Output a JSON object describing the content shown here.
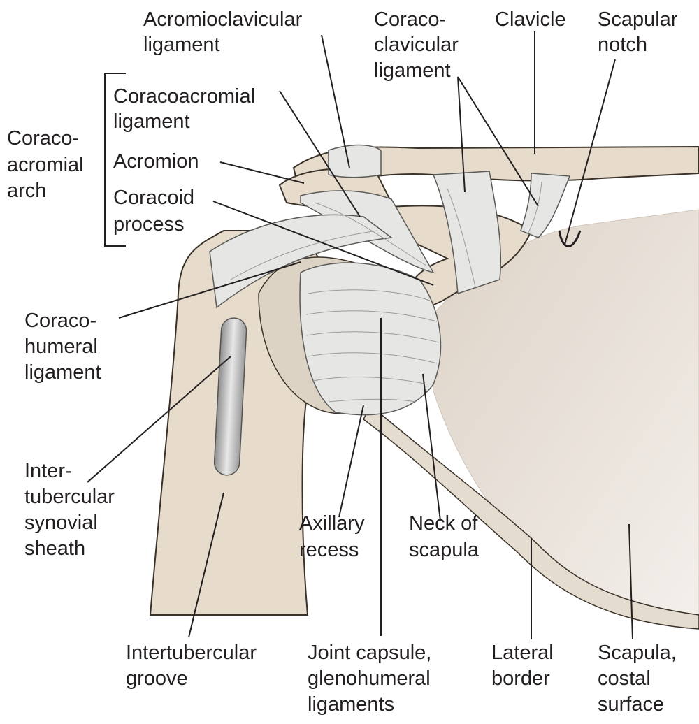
{
  "labels": {
    "acromioclavicular_ligament": [
      "Acromioclavicular",
      "ligament"
    ],
    "coracoclavicular_ligament": [
      "Coraco-",
      "clavicular",
      "ligament"
    ],
    "clavicle": [
      "Clavicle"
    ],
    "scapular_notch": [
      "Scapular",
      "notch"
    ],
    "coracoacromial_arch": [
      "Coraco-",
      "acromial",
      "arch"
    ],
    "coracoacromial_ligament": [
      "Coracoacromial",
      "ligament"
    ],
    "acromion": [
      "Acromion"
    ],
    "coracoid_process": [
      "Coracoid",
      "process"
    ],
    "coracohumeral_ligament": [
      "Coraco-",
      "humeral",
      "ligament"
    ],
    "intertubercular_synovial_sheath": [
      "Inter-",
      "tubercular",
      "synovial",
      "sheath"
    ],
    "intertubercular_groove": [
      "Intertubercular",
      "groove"
    ],
    "axillary_recess": [
      "Axillary",
      "recess"
    ],
    "neck_of_scapula": [
      "Neck of",
      "scapula"
    ],
    "joint_capsule": [
      "Joint capsule,",
      "glenohumeral",
      "ligaments"
    ],
    "lateral_border": [
      "Lateral",
      "border"
    ],
    "scapula_costal_surface": [
      "Scapula,",
      "costal",
      "surface"
    ]
  },
  "colors": {
    "bone": "#e7dccb",
    "ligament": "#e6e6e4",
    "text": "#231f20",
    "sheath": "#b8b8b8"
  }
}
